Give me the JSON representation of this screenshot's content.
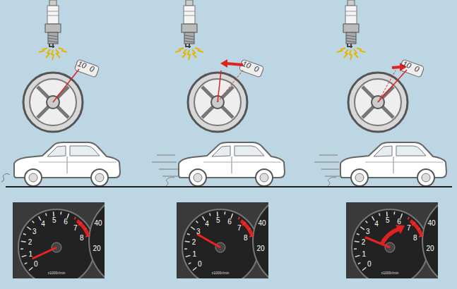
{
  "diagram": {
    "labels": [
      "10",
      "0",
      "10",
      "0",
      "10",
      "0",
      "0",
      "1",
      "2",
      "3",
      "4",
      "5",
      "6",
      "7",
      "8",
      "x1000r/min",
      "40",
      "20",
      "0",
      "1",
      "2",
      "3",
      "4",
      "5",
      "6",
      "7",
      "8",
      "x1000r/min",
      "40",
      "20",
      "0",
      "1",
      "2",
      "3",
      "4",
      "5",
      "6",
      "7",
      "8",
      "x1000r/min",
      "40",
      "20"
    ]
  }
}
